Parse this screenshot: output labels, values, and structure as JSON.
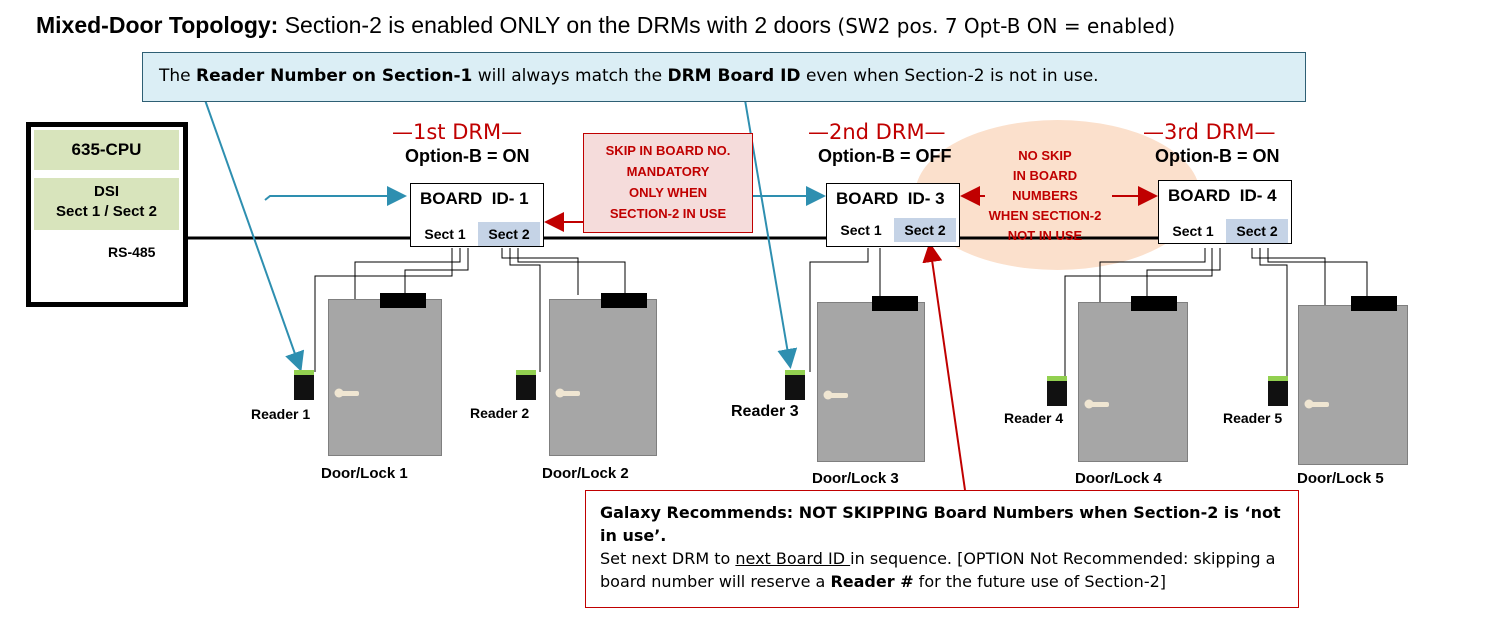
{
  "title": {
    "bold": "Mixed-Door Topology:",
    "text": " Section-2 is enabled ONLY on the DRMs with 2 doors",
    "switch": " (SW2 pos. 7 Opt-B ON = enabled)"
  },
  "callout": {
    "t1": "The ",
    "b1": "Reader Number on Section-1",
    "t2": " will always match the ",
    "b2": "DRM Board ID",
    "t3": " even when Section-2 is not in use."
  },
  "cpu": {
    "name": "635-CPU",
    "dsi": "DSI",
    "sections": "Sect 1 / Sect 2",
    "bus": "RS-485"
  },
  "drms": [
    {
      "name": "—1st DRM—",
      "option": "Option-B = ON",
      "board_label": "BOARD",
      "board_id": "ID- 1",
      "sect1": "Sect 1",
      "sect2": "Sect 2"
    },
    {
      "name": "—2nd DRM—",
      "option": "Option-B = OFF",
      "board_label": "BOARD",
      "board_id": "ID- 3",
      "sect1": "Sect 1",
      "sect2": "Sect 2"
    },
    {
      "name": "—3rd DRM—",
      "option": "Option-B = ON",
      "board_label": "BOARD",
      "board_id": "ID- 4",
      "sect1": "Sect 1",
      "sect2": "Sect 2"
    }
  ],
  "skip_note": [
    "SKIP IN BOARD NO.",
    "MANDATORY",
    "ONLY WHEN",
    "SECTION-2 IN USE"
  ],
  "no_skip_note": [
    "NO SKIP",
    "IN BOARD",
    "NUMBERS",
    "WHEN SECTION-2",
    "NOT IN USE"
  ],
  "readers": [
    "Reader 1",
    "Reader 2",
    "Reader 3",
    "Reader 4",
    "Reader 5"
  ],
  "doors": [
    "Door/Lock 1",
    "Door/Lock 2",
    "Door/Lock 3",
    "Door/Lock 4",
    "Door/Lock 5"
  ],
  "recommendation": {
    "line1": "Galaxy Recommends: NOT SKIPPING Board Numbers when Section-2 is ‘not in use’.",
    "t1": "Set next DRM to ",
    "u1": "next Board ID ",
    "t2": "in sequence. [OPTION Not Recommended: skipping a board number will reserve a ",
    "b1": "Reader #",
    "t3": " for the future use of Section-2]"
  },
  "colors": {
    "accent_red": "#c00000",
    "callout_fill": "#dbeef5",
    "arrow_teal": "#2e8fb0",
    "cpu_green": "#d8e4bc",
    "sect2_blue": "#c5d3e6",
    "reader_led": "#92d050"
  }
}
